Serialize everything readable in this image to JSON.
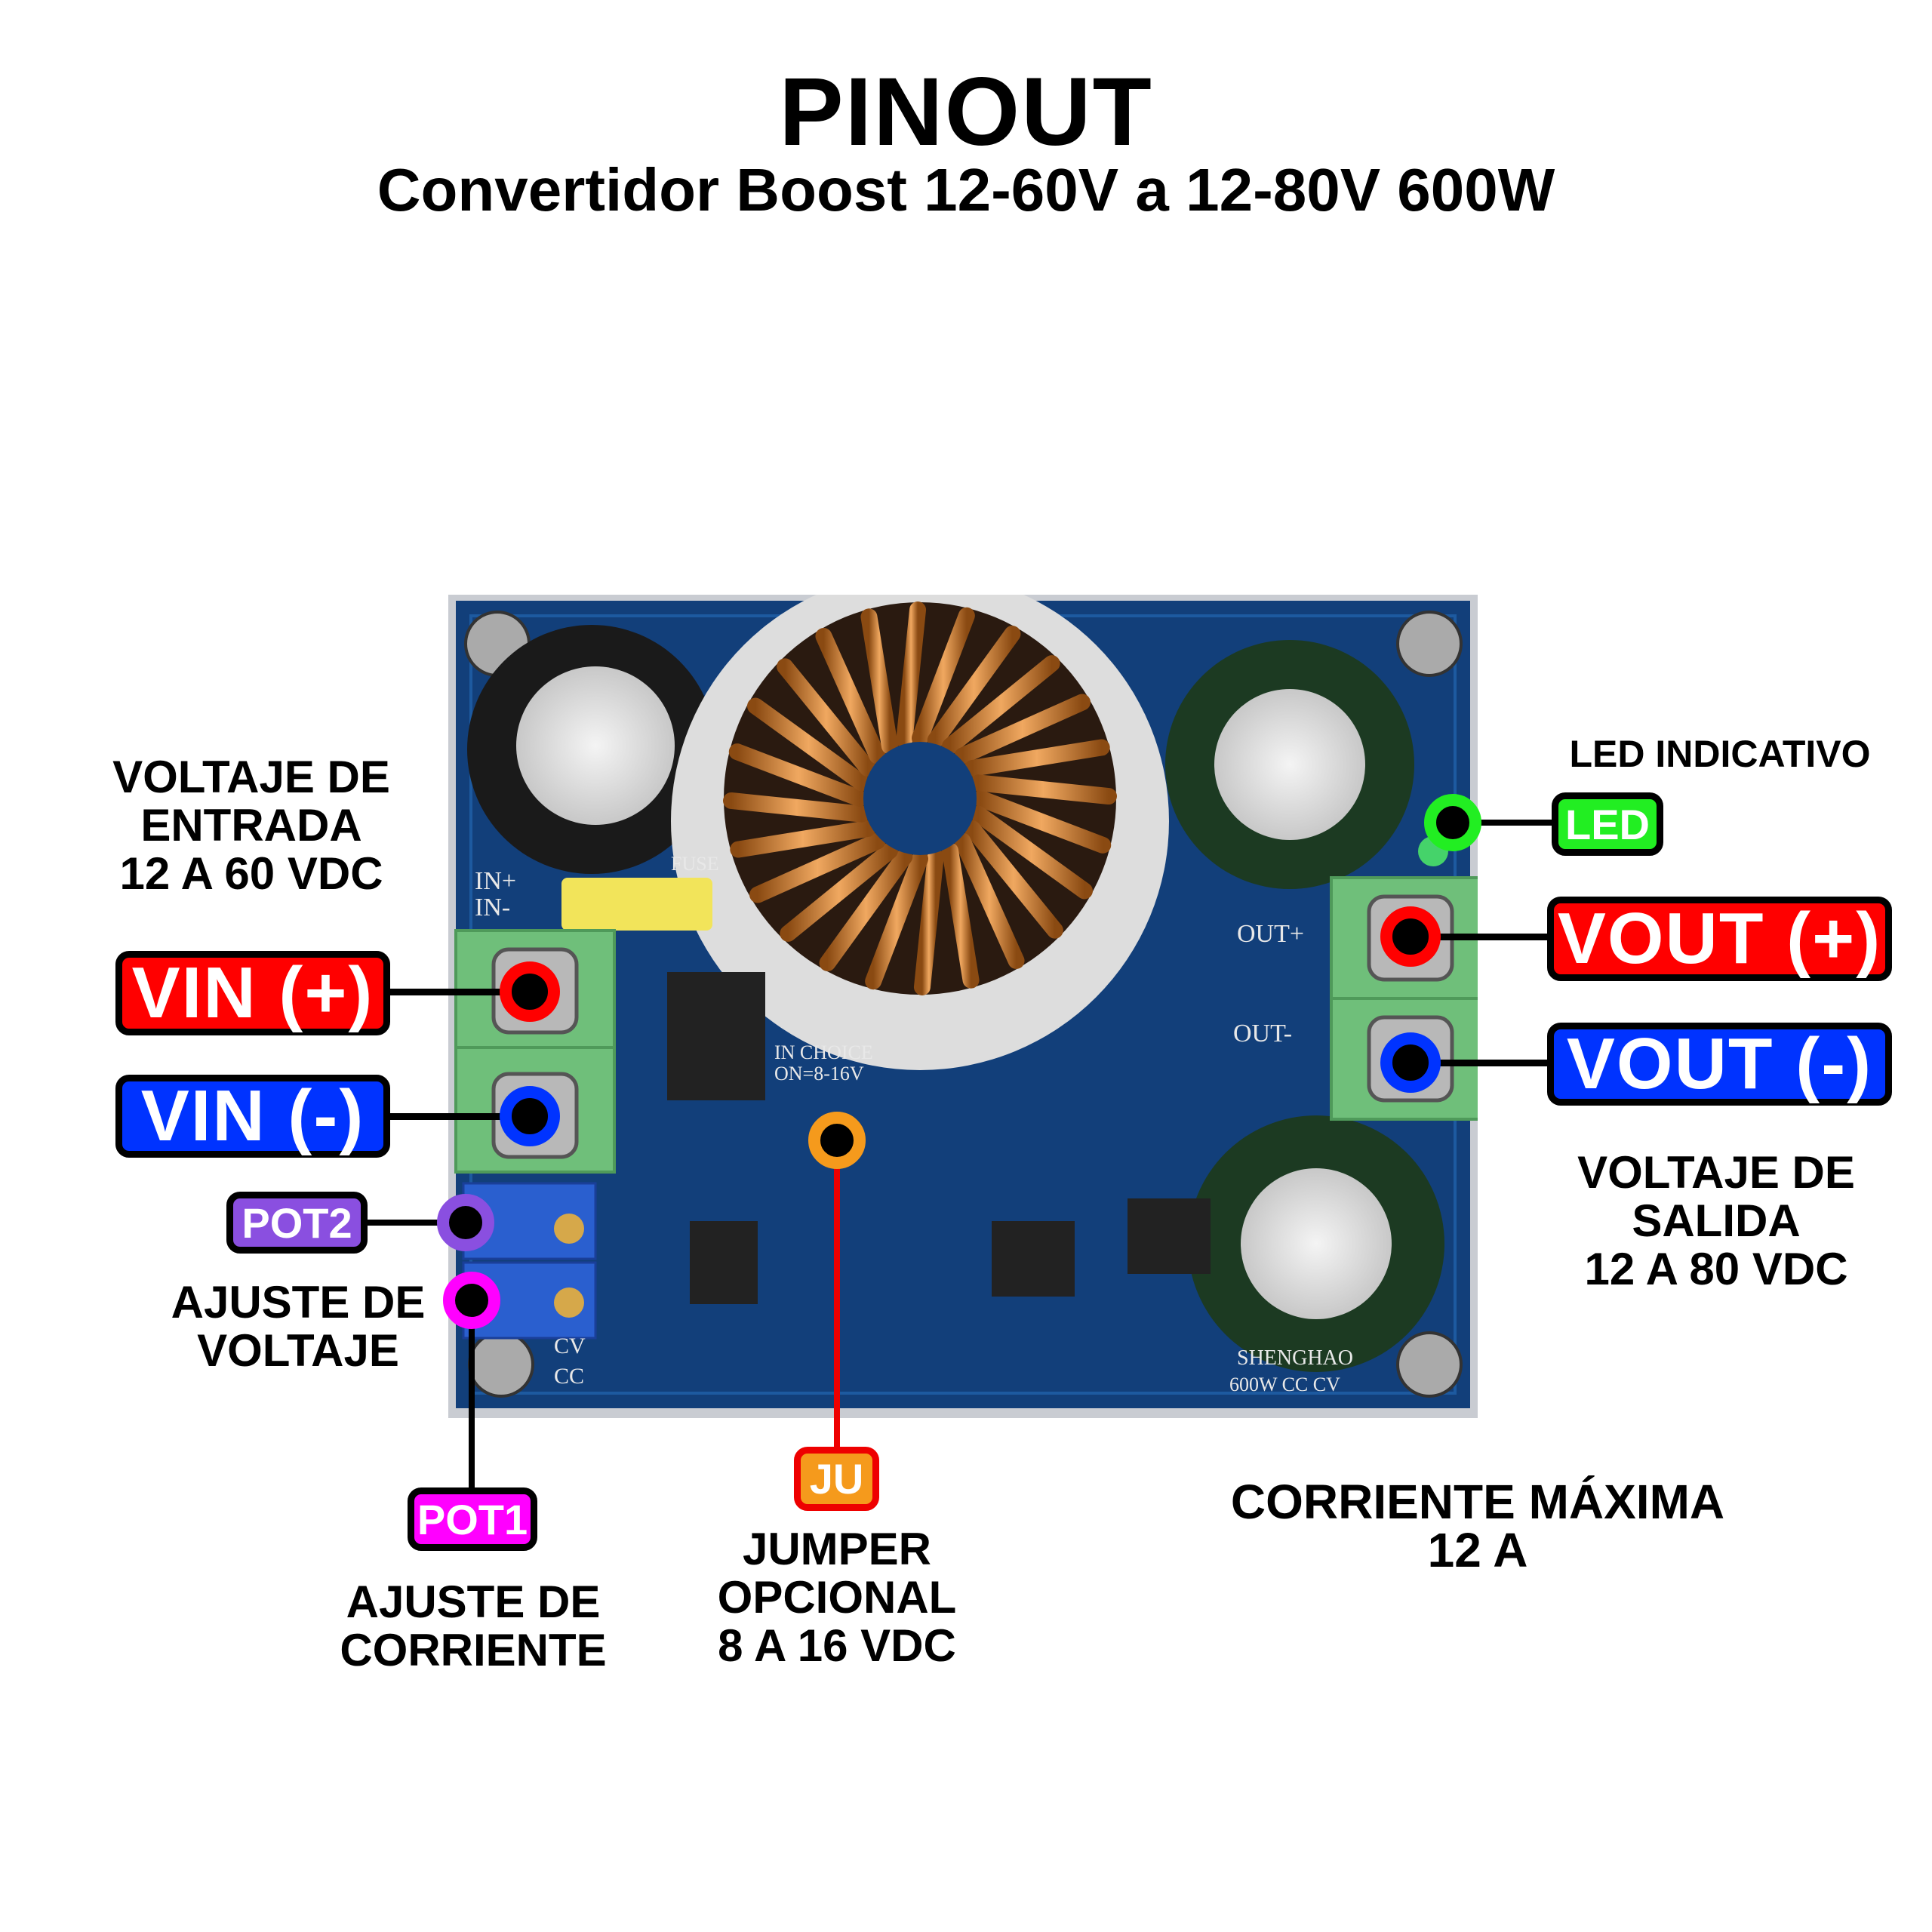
{
  "header": {
    "title": "PINOUT",
    "subtitle": "Convertidor Boost 12-60V a 12-80V 600W"
  },
  "colors": {
    "vin_plus": "#ff0000",
    "vin_minus": "#0033ff",
    "pot2": "#8a4fe0",
    "pot1": "#ff00ff",
    "jumper": "#f59a1c",
    "led": "#22ee22",
    "vout_plus": "#ff0000",
    "vout_minus": "#0033ff",
    "board": "#123f7a"
  },
  "labels": {
    "input_voltage": [
      "VOLTAJE DE",
      "ENTRADA",
      "12 A 60 VDC"
    ],
    "voltage_adjust": [
      "AJUSTE DE",
      "VOLTAJE"
    ],
    "current_adjust": [
      "AJUSTE DE",
      "CORRIENTE"
    ],
    "jumper_desc": [
      "JUMPER",
      "OPCIONAL",
      "8 A 16 VDC"
    ],
    "max_current": [
      "CORRIENTE MÁXIMA",
      "12 A"
    ],
    "led_desc": "LED INDICATIVO",
    "output_voltage": [
      "VOLTAJE DE",
      "SALIDA",
      "12 A 80 VDC"
    ]
  },
  "pins": {
    "vin_plus": "VIN (+)",
    "vin_minus": "VIN (-)",
    "pot2": "POT2",
    "pot1": "POT1",
    "jumper": "JU",
    "led": "LED",
    "vout_plus": "VOUT (+)",
    "vout_minus": "VOUT (-)"
  },
  "board_silkscreen": {
    "in_plus": "IN+",
    "in_minus": "IN-",
    "fuse": "FUSE",
    "out_plus": "OUT+",
    "out_minus": "OUT-",
    "in_choice": "IN CHOICE",
    "on_range": "ON=8-16V",
    "cv": "CV",
    "cc": "CC",
    "brand": "SHENGHAO",
    "model": "600W CC CV"
  }
}
